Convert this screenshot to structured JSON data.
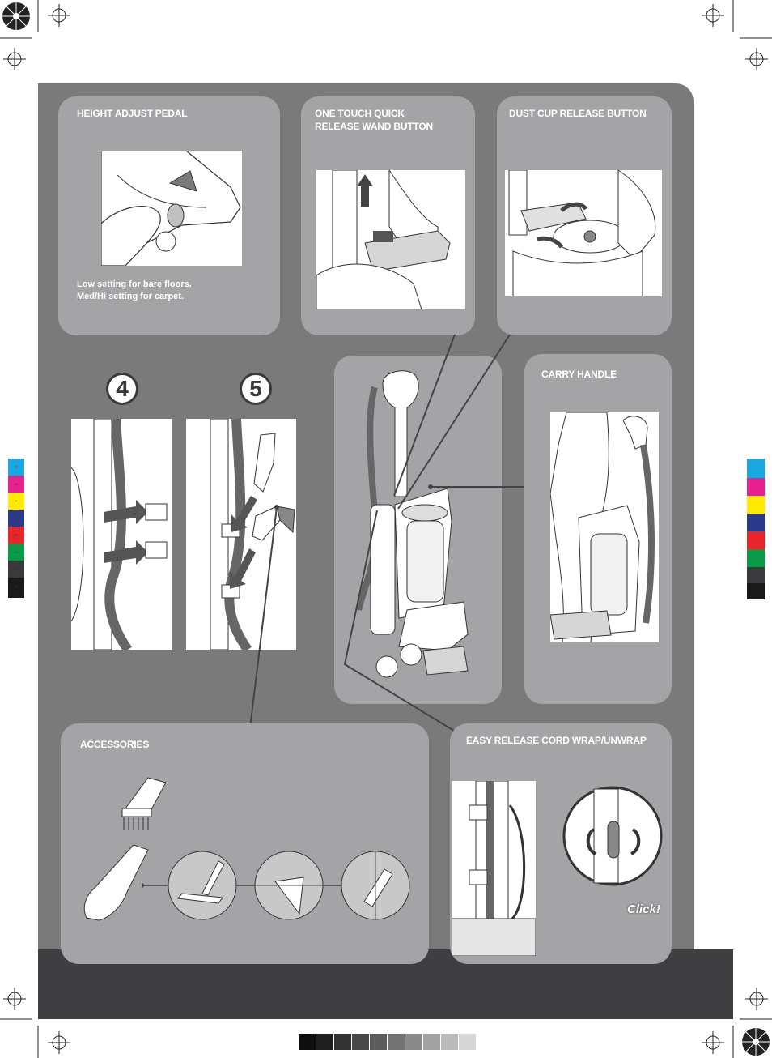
{
  "panels": {
    "height_adjust": {
      "title": "HEIGHT ADJUST PEDAL",
      "caption_1": "Low setting for bare floors.",
      "caption_2": "Med/Hi setting for carpet."
    },
    "quick_release": {
      "title_1": "ONE TOUCH QUICK",
      "title_2": "RELEASE WAND BUTTON"
    },
    "dust_cup": {
      "title": "DUST CUP RELEASE BUTTON"
    },
    "carry_handle": {
      "title": "CARRY HANDLE"
    },
    "accessories": {
      "title": "ACCESSORIES"
    },
    "cord_wrap": {
      "title": "EASY RELEASE CORD WRAP/UNWRAP",
      "click_label": "Click!"
    }
  },
  "steps": {
    "step_4": "4",
    "step_5": "5"
  },
  "color_bar": [
    {
      "label": "C",
      "color": "#1aa7e0"
    },
    {
      "label": "M",
      "color": "#e6208c"
    },
    {
      "label": "Y",
      "color": "#ffea00"
    },
    {
      "label": "CM",
      "color": "#2d3a8c"
    },
    {
      "label": "MY",
      "color": "#e8252a"
    },
    {
      "label": "CY",
      "color": "#0a9a48"
    },
    {
      "label": "CMY",
      "color": "#3a3a3c"
    },
    {
      "label": "K",
      "color": "#1a1a1a"
    }
  ],
  "colors": {
    "sheet": "#7a7a7a",
    "panel": "#a4a4a6",
    "band": "#3f3f41",
    "title_text": "#ffffff"
  }
}
